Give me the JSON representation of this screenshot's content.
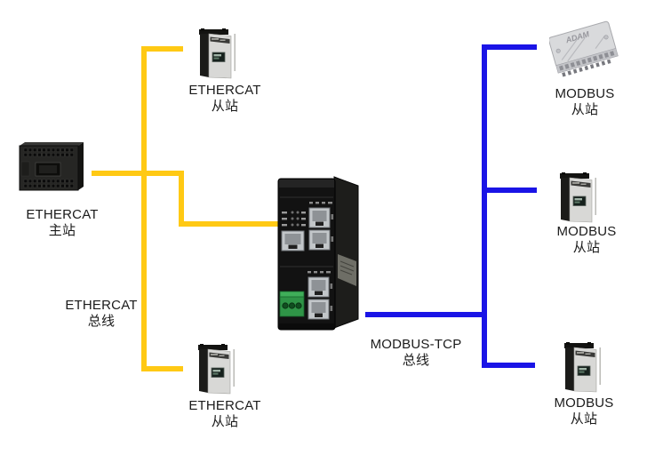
{
  "colors": {
    "ethercat_bus": "#FFC914",
    "modbus_bus": "#1A14E6"
  },
  "buses": {
    "ethercat": {
      "name": "ETHERCAT",
      "type": "总线"
    },
    "modbus": {
      "name": "MODBUS-TCP",
      "type": "总线"
    }
  },
  "nodes": {
    "ethercat_master": {
      "protocol": "ETHERCAT",
      "role": "主站"
    },
    "ethercat_slave_top": {
      "protocol": "ETHERCAT",
      "role": "从站"
    },
    "ethercat_slave_bottom": {
      "protocol": "ETHERCAT",
      "role": "从站"
    },
    "modbus_slave_top": {
      "protocol": "MODBUS",
      "role": "从站",
      "device_marking": "ADAM"
    },
    "modbus_slave_middle": {
      "protocol": "MODBUS",
      "role": "从站"
    },
    "modbus_slave_bottom": {
      "protocol": "MODBUS",
      "role": "从站"
    }
  }
}
